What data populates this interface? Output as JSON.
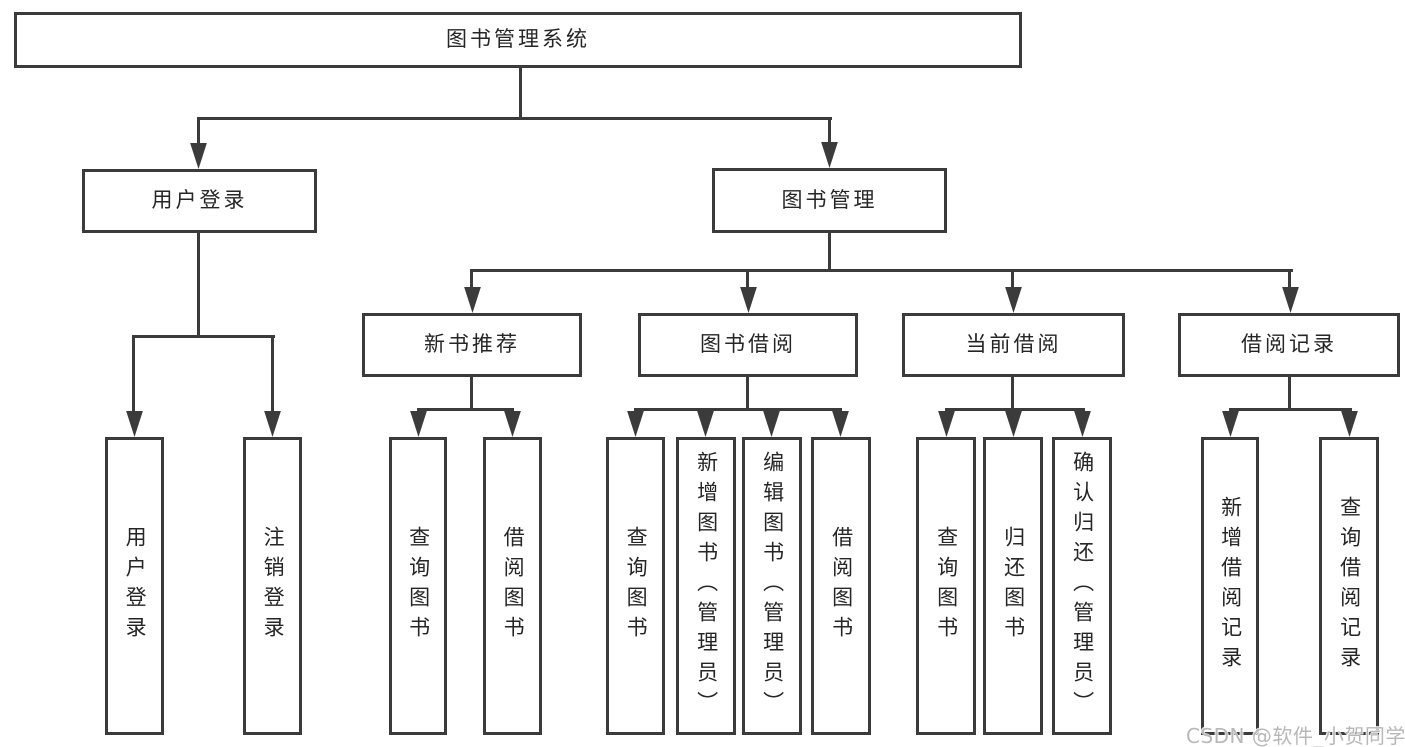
{
  "diagram": {
    "root": {
      "label": "图书管理系统"
    },
    "level2": [
      {
        "label": "用户登录"
      },
      {
        "label": "图书管理"
      }
    ],
    "level3": [
      {
        "label": "新书推荐"
      },
      {
        "label": "图书借阅"
      },
      {
        "label": "当前借阅"
      },
      {
        "label": "借阅记录"
      }
    ],
    "leaves": {
      "user_login": [
        {
          "label": "用户登录"
        },
        {
          "label": "注销登录"
        }
      ],
      "new_book": [
        {
          "label": "查询图书"
        },
        {
          "label": "借阅图书"
        }
      ],
      "borrow": [
        {
          "label": "查询图书"
        },
        {
          "label": "新增图书（管理员）"
        },
        {
          "label": "编辑图书（管理员）"
        },
        {
          "label": "借阅图书"
        }
      ],
      "current": [
        {
          "label": "查询图书"
        },
        {
          "label": "归还图书"
        },
        {
          "label": "确认归还（管理员）"
        }
      ],
      "records": [
        {
          "label": "新增借阅记录"
        },
        {
          "label": "查询借阅记录"
        }
      ]
    }
  },
  "watermark": {
    "text": "CSDN @软件_小贺同学"
  },
  "colors": {
    "line": "#3b3b3b",
    "text": "#262626",
    "watermark": "#b8b8b8",
    "background": "#ffffff"
  }
}
